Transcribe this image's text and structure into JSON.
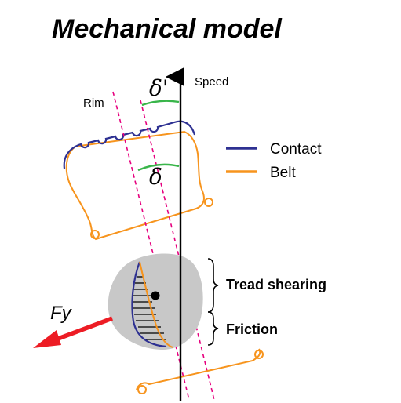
{
  "title": "Mechanical model",
  "labels": {
    "speed": "Speed",
    "rim": "Rim",
    "delta_prime": "δ'",
    "delta": "δ",
    "force": "Fy"
  },
  "legend": [
    {
      "label": "Contact",
      "color": "#2e3192"
    },
    {
      "label": "Belt",
      "color": "#f7941d"
    }
  ],
  "regions": {
    "tread_shearing": "Tread shearing",
    "friction": "Friction"
  },
  "colors": {
    "contact": "#2e3192",
    "belt": "#f7941d",
    "angle_arc": "#39b54a",
    "rim_line": "#e6007e",
    "force_arrow": "#ed1c24",
    "contact_patch": "#c8c8c8"
  }
}
